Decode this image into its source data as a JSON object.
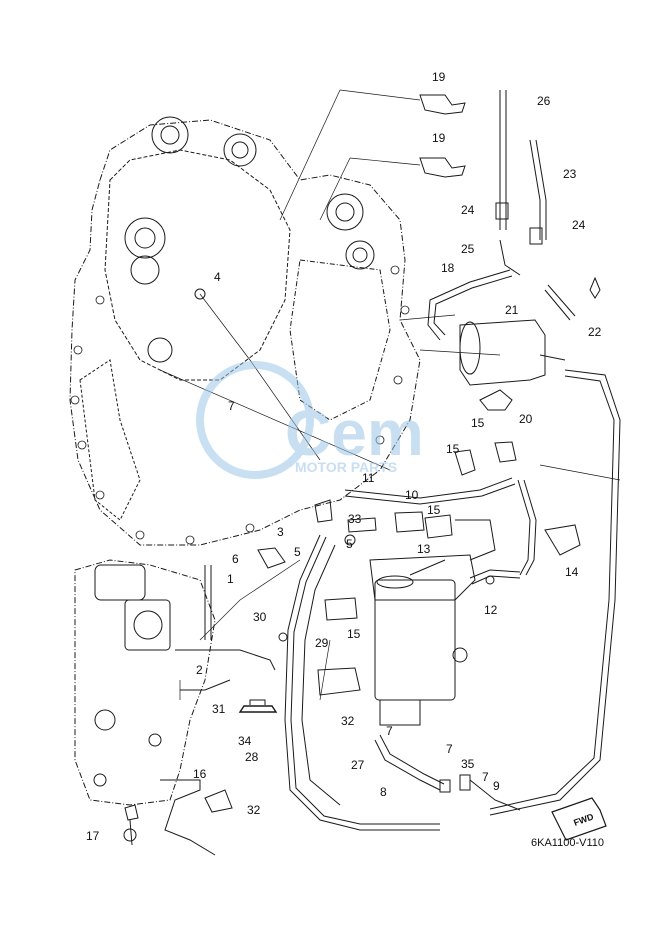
{
  "callouts": [
    {
      "id": "19a",
      "label": "19"
    },
    {
      "id": "26",
      "label": "26"
    },
    {
      "id": "19b",
      "label": "19"
    },
    {
      "id": "23",
      "label": "23"
    },
    {
      "id": "24a",
      "label": "24"
    },
    {
      "id": "24b",
      "label": "24"
    },
    {
      "id": "25",
      "label": "25"
    },
    {
      "id": "18",
      "label": "18"
    },
    {
      "id": "4",
      "label": "4"
    },
    {
      "id": "21",
      "label": "21"
    },
    {
      "id": "22",
      "label": "22"
    },
    {
      "id": "7a",
      "label": "7"
    },
    {
      "id": "20",
      "label": "20"
    },
    {
      "id": "15a",
      "label": "15"
    },
    {
      "id": "15b",
      "label": "15"
    },
    {
      "id": "11",
      "label": "11"
    },
    {
      "id": "10",
      "label": "10"
    },
    {
      "id": "33",
      "label": "33"
    },
    {
      "id": "15c",
      "label": "15"
    },
    {
      "id": "3",
      "label": "3"
    },
    {
      "id": "5a",
      "label": "5"
    },
    {
      "id": "5b",
      "label": "5"
    },
    {
      "id": "13",
      "label": "13"
    },
    {
      "id": "6",
      "label": "6"
    },
    {
      "id": "14",
      "label": "14"
    },
    {
      "id": "1",
      "label": "1"
    },
    {
      "id": "12",
      "label": "12"
    },
    {
      "id": "15d",
      "label": "15"
    },
    {
      "id": "30",
      "label": "30"
    },
    {
      "id": "29",
      "label": "29"
    },
    {
      "id": "2",
      "label": "2"
    },
    {
      "id": "31",
      "label": "31"
    },
    {
      "id": "32a",
      "label": "32"
    },
    {
      "id": "34",
      "label": "34"
    },
    {
      "id": "7b",
      "label": "7"
    },
    {
      "id": "7c",
      "label": "7"
    },
    {
      "id": "35",
      "label": "35"
    },
    {
      "id": "7d",
      "label": "7"
    },
    {
      "id": "16",
      "label": "16"
    },
    {
      "id": "28",
      "label": "28"
    },
    {
      "id": "27",
      "label": "27"
    },
    {
      "id": "8",
      "label": "8"
    },
    {
      "id": "9",
      "label": "9"
    },
    {
      "id": "32b",
      "label": "32"
    },
    {
      "id": "17",
      "label": "17"
    }
  ],
  "fwd_label": "FWD",
  "diagram_code": "6KA1100-V110",
  "watermark": {
    "brand": "Cem",
    "tagline": "MOTOR PARTS",
    "color": "#9cc6e8"
  },
  "line_color": "#1a1a1a"
}
